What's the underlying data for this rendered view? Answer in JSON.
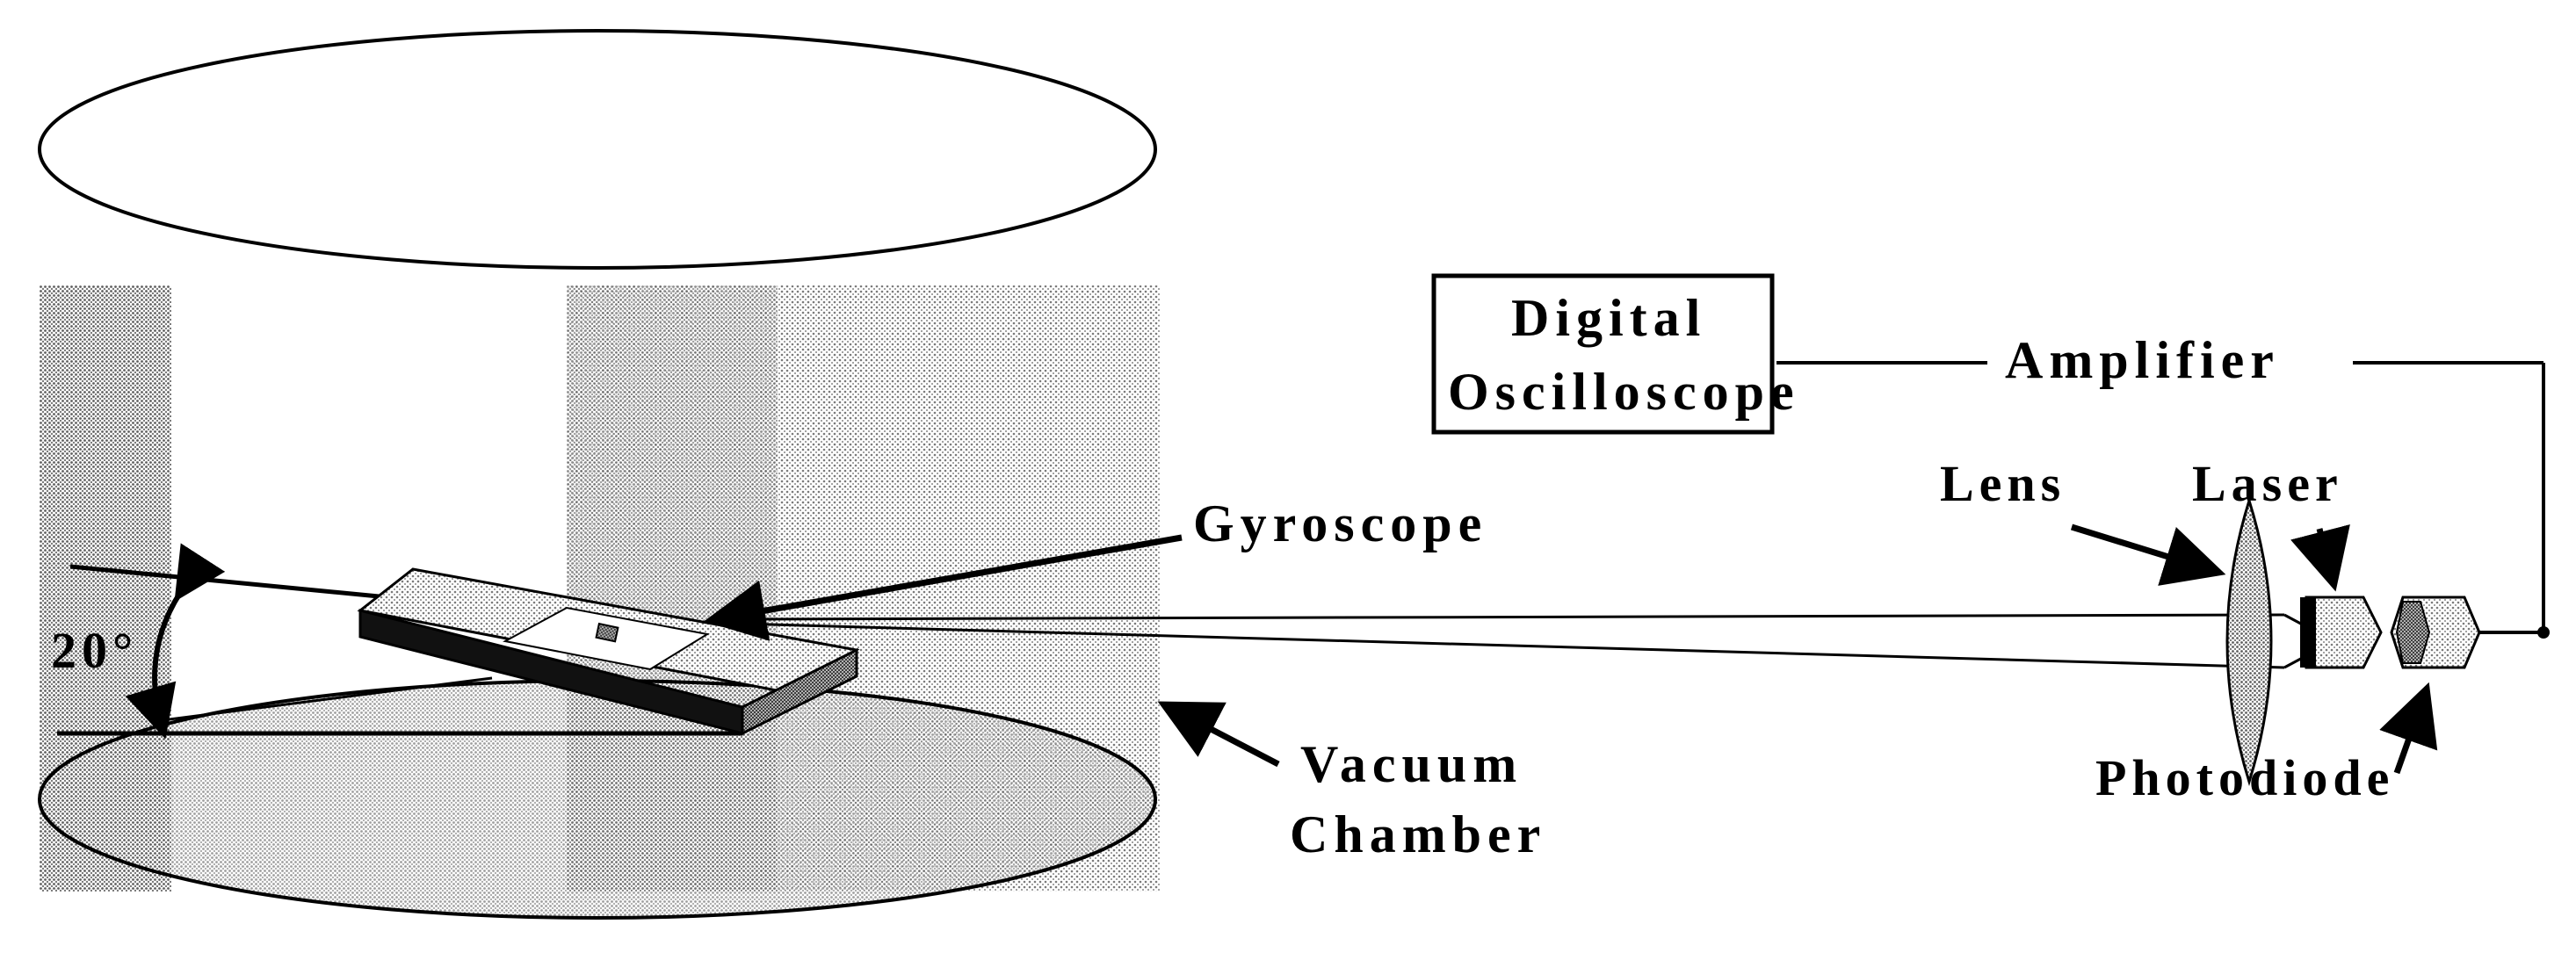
{
  "labels": {
    "oscilloscope_line1": "Digital",
    "oscilloscope_line2": "Oscilloscope",
    "amplifier": "Amplifier",
    "gyroscope": "Gyroscope",
    "lens": "Lens",
    "laser": "Laser",
    "photodiode": "Photodiode",
    "chamber_line1": "Vacuum",
    "chamber_line2": "Chamber",
    "angle": "20°"
  },
  "colors": {
    "ink": "#000000",
    "paper": "#ffffff",
    "stipple": "#9a9a9a"
  }
}
